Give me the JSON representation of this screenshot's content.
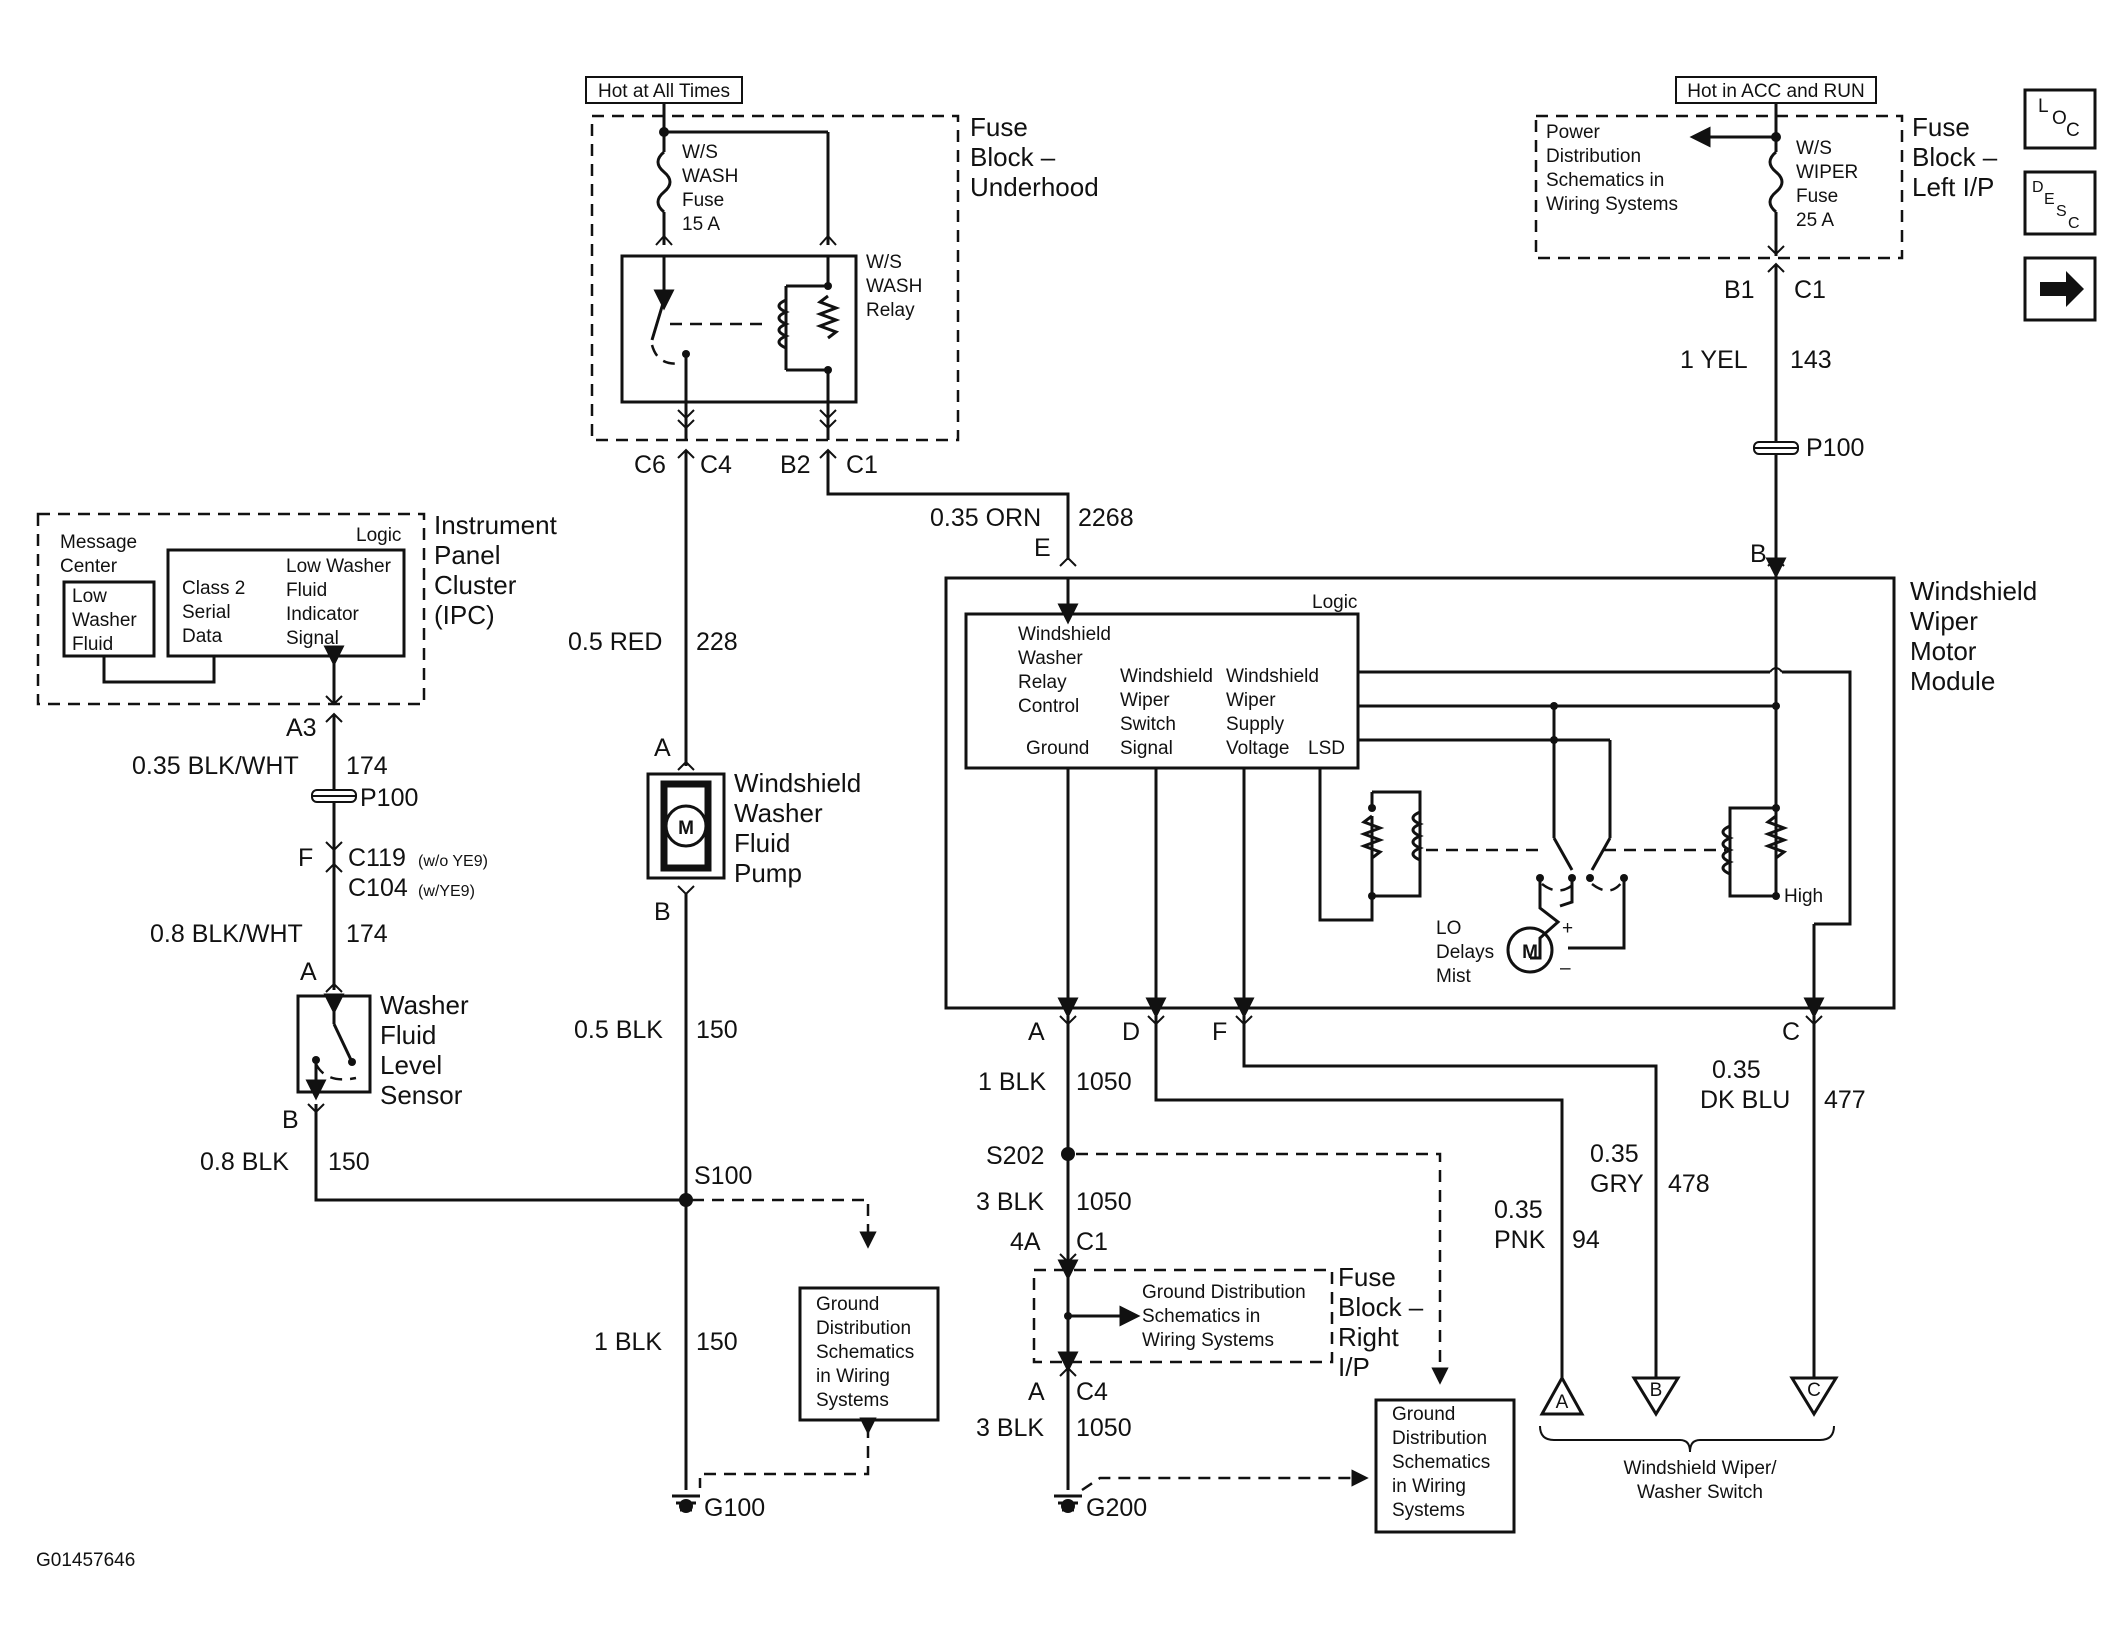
{
  "power": {
    "hot_always": "Hot at All Times",
    "hot_acc_run": "Hot in ACC and RUN"
  },
  "nav": {
    "loc_label": "LOC",
    "desc_label": "DESC",
    "next_icon": "right-arrow-icon"
  },
  "fuse_underhood": {
    "name_line1": "Fuse",
    "name_line2": "Block –",
    "name_line3": "Underhood",
    "fuse": [
      "W/S",
      "WASH",
      "Fuse",
      "15 A"
    ],
    "relay": [
      "W/S",
      "WASH",
      "Relay"
    ],
    "connectors": [
      "C6",
      "C4",
      "B2",
      "C1"
    ]
  },
  "fuse_left": {
    "name_line1": "Fuse",
    "name_line2": "Block –",
    "name_line3": "Left I/P",
    "ref": [
      "Power",
      "Distribution",
      "Schematics in",
      "Wiring Systems"
    ],
    "fuse": [
      "W/S",
      "WIPER",
      "Fuse",
      "25 A"
    ],
    "connectors": [
      "B1",
      "C1"
    ],
    "wire_gauge": "1 YEL",
    "wire_circuit": "143",
    "passthru": "P100",
    "module_pin": "B"
  },
  "ipc": {
    "name": [
      "Instrument",
      "Panel",
      "Cluster",
      "(IPC)"
    ],
    "logic": "Logic",
    "message_center": [
      "Message",
      "Center"
    ],
    "low_washer": [
      "Low",
      "Washer",
      "Fluid"
    ],
    "class2": [
      "Class 2",
      "Serial",
      "Data"
    ],
    "indicator": [
      "Low Washer",
      "Fluid",
      "Indicator",
      "Signal"
    ],
    "pin": "A3"
  },
  "washer_sensor_circuit": {
    "wire1_gauge": "0.35 BLK/WHT",
    "wire1_circuit": "174",
    "passthru": "P100",
    "conn_f": "F",
    "c119": "C119",
    "c119_note": "(w/o YE9)",
    "c104": "C104",
    "c104_note": "(w/YE9)",
    "wire2_gauge": "0.8 BLK/WHT",
    "wire2_circuit": "174",
    "pin_a": "A",
    "pin_b": "B",
    "sensor_name": [
      "Washer",
      "Fluid",
      "Level",
      "Sensor"
    ],
    "wire3_gauge": "0.8 BLK",
    "wire3_circuit": "150"
  },
  "pump_circuit": {
    "wire1_gauge": "0.5 RED",
    "wire1_circuit": "228",
    "pin_a": "A",
    "pin_b": "B",
    "motor_letter": "M",
    "pump_name": [
      "Windshield",
      "Washer",
      "Fluid",
      "Pump"
    ],
    "wire2_gauge": "0.5 BLK",
    "wire2_circuit": "150",
    "splice": "S100",
    "wire3_gauge": "1 BLK",
    "wire3_circuit": "150",
    "ground": "G100",
    "ground_ref": [
      "Ground",
      "Distribution",
      "Schematics",
      "in Wiring",
      "Systems"
    ]
  },
  "relay_feed": {
    "wire_gauge": "0.35 ORN",
    "wire_circuit": "2268",
    "pin": "E"
  },
  "module": {
    "name": [
      "Windshield",
      "Wiper",
      "Motor",
      "Module"
    ],
    "logic": "Logic",
    "relay_control": [
      "Windshield",
      "Washer",
      "Relay",
      "Control"
    ],
    "ground": "Ground",
    "switch_signal": [
      "Windshield",
      "Wiper",
      "Switch",
      "Signal"
    ],
    "supply_voltage": [
      "Windshield",
      "Wiper",
      "Supply",
      "Voltage"
    ],
    "lsd": "LSD",
    "high": "High",
    "motor_modes": [
      "LO",
      "Delays",
      "Mist"
    ],
    "motor_letter": "M",
    "plus": "+",
    "minus": "–",
    "pins": [
      "A",
      "D",
      "F",
      "C"
    ]
  },
  "ground_circuit": {
    "wire1_gauge": "1 BLK",
    "wire1_circuit": "1050",
    "splice": "S202",
    "wire2_gauge": "3 BLK",
    "wire2_circuit": "1050",
    "conn_4a": "4A",
    "conn_c1": "C1",
    "fuse_right": [
      "Fuse",
      "Block –",
      "Right",
      "I/P"
    ],
    "ground_ref_inner": [
      "Ground Distribution",
      "Schematics in",
      "Wiring Systems"
    ],
    "conn_a": "A",
    "conn_c4": "C4",
    "wire3_gauge": "3 BLK",
    "wire3_circuit": "1050",
    "ground": "G200",
    "ground_ref": [
      "Ground",
      "Distribution",
      "Schematics",
      "in Wiring",
      "Systems"
    ]
  },
  "switch_wires": {
    "pnk_gauge": [
      "0.35",
      "PNK"
    ],
    "pnk_circuit": "94",
    "gry_gauge": [
      "0.35",
      "GRY"
    ],
    "gry_circuit": "478",
    "blu_gauge": [
      "0.35",
      "DK BLU"
    ],
    "blu_circuit": "477",
    "terminals": [
      "A",
      "B",
      "C"
    ],
    "switch_name": [
      "Windshield Wiper/",
      "Washer Switch"
    ]
  },
  "figure_id": "G01457646"
}
